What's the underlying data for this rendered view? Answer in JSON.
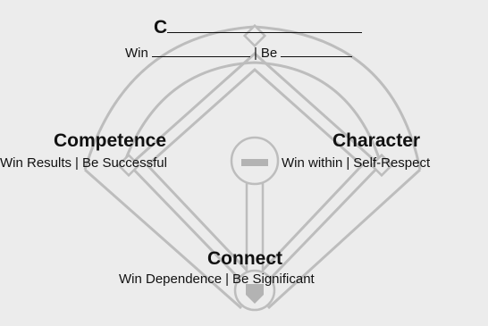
{
  "colors": {
    "background": "#ececec",
    "field_line": "#bdbdbd",
    "field_fill": "#e4e4e4",
    "text": "#111111"
  },
  "top": {
    "heading": "C",
    "sub_left": "Win",
    "separator": "|",
    "sub_right": "Be"
  },
  "left": {
    "heading": "Competence",
    "sub_left": "Win Results",
    "separator": "|",
    "sub_right": "Be Successful"
  },
  "right": {
    "heading": "Character",
    "sub_left": "Win within",
    "separator": "|",
    "sub_right": "Self-Respect"
  },
  "bottom": {
    "heading": "Connect",
    "sub_left": "Win Dependence",
    "separator": "|",
    "sub_right": "Be Significant"
  }
}
